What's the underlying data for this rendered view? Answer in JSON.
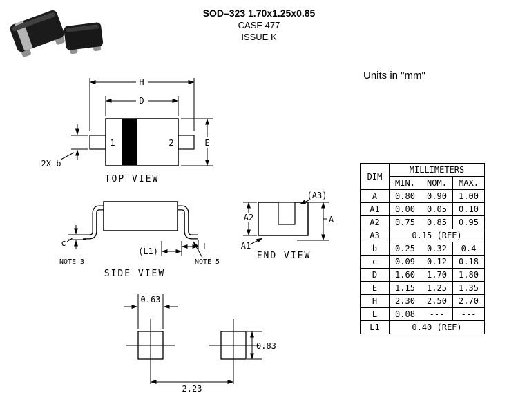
{
  "header": {
    "title": "SOD–323 1.70x1.25x0.85",
    "case": "CASE 477",
    "issue": "ISSUE K"
  },
  "units_note": "Units in \"mm\"",
  "views": {
    "top": {
      "label": "TOP VIEW",
      "pin1": "1",
      "pin2": "2",
      "dims": {
        "overall_length": "H",
        "body_length": "D",
        "body_width": "E",
        "lead_width": "2X b"
      }
    },
    "side": {
      "label": "SIDE VIEW",
      "dims": {
        "lead_thickness": "c",
        "foot_ref": "(L1)",
        "foot_length": "L"
      },
      "notes": {
        "note3": "NOTE 3",
        "note5": "NOTE 5"
      }
    },
    "end": {
      "label": "END VIEW",
      "dims": {
        "ref_a3": "(A3)",
        "body_height": "A2",
        "overall_height": "A",
        "standoff": "A1"
      }
    }
  },
  "pad_layout": {
    "pad_width": "0.63",
    "pad_height": "0.83",
    "pitch": "2.23"
  },
  "table": {
    "dim_header": "DIM",
    "unit_header": "MILLIMETERS",
    "columns": [
      "MIN.",
      "NOM.",
      "MAX."
    ],
    "rows": [
      {
        "dim": "A",
        "min": "0.80",
        "nom": "0.90",
        "max": "1.00"
      },
      {
        "dim": "A1",
        "min": "0.00",
        "nom": "0.05",
        "max": "0.10"
      },
      {
        "dim": "A2",
        "min": "0.75",
        "nom": "0.85",
        "max": "0.95"
      },
      {
        "dim": "A3",
        "value": "0.15 (REF)"
      },
      {
        "dim": "b",
        "min": "0.25",
        "nom": "0.32",
        "max": "0.4"
      },
      {
        "dim": "c",
        "min": "0.09",
        "nom": "0.12",
        "max": "0.18"
      },
      {
        "dim": "D",
        "min": "1.60",
        "nom": "1.70",
        "max": "1.80"
      },
      {
        "dim": "E",
        "min": "1.15",
        "nom": "1.25",
        "max": "1.35"
      },
      {
        "dim": "H",
        "min": "2.30",
        "nom": "2.50",
        "max": "2.70"
      },
      {
        "dim": "L",
        "min": "0.08",
        "nom": "---",
        "max": "---"
      },
      {
        "dim": "L1",
        "value": "0.40 (REF)"
      }
    ]
  }
}
